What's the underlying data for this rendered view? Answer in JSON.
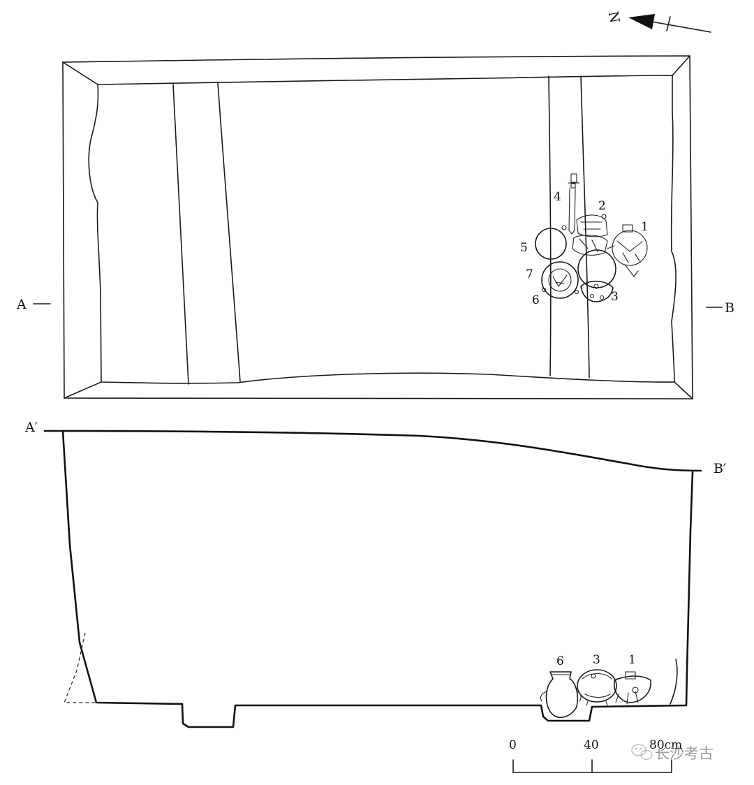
{
  "north_label": "N",
  "section_labels": {
    "a": "A",
    "b": "B",
    "a_prime": "A′",
    "b_prime": "B′"
  },
  "plan_artifact_numbers": [
    "1",
    "2",
    "3",
    "4",
    "5",
    "6",
    "7"
  ],
  "section_artifact_numbers": [
    "6",
    "3",
    "1"
  ],
  "scale_bar": {
    "ticks": [
      "0",
      "40",
      "80cm"
    ]
  },
  "watermark": {
    "icon": "wechat-icon",
    "text": "长沙考古"
  }
}
